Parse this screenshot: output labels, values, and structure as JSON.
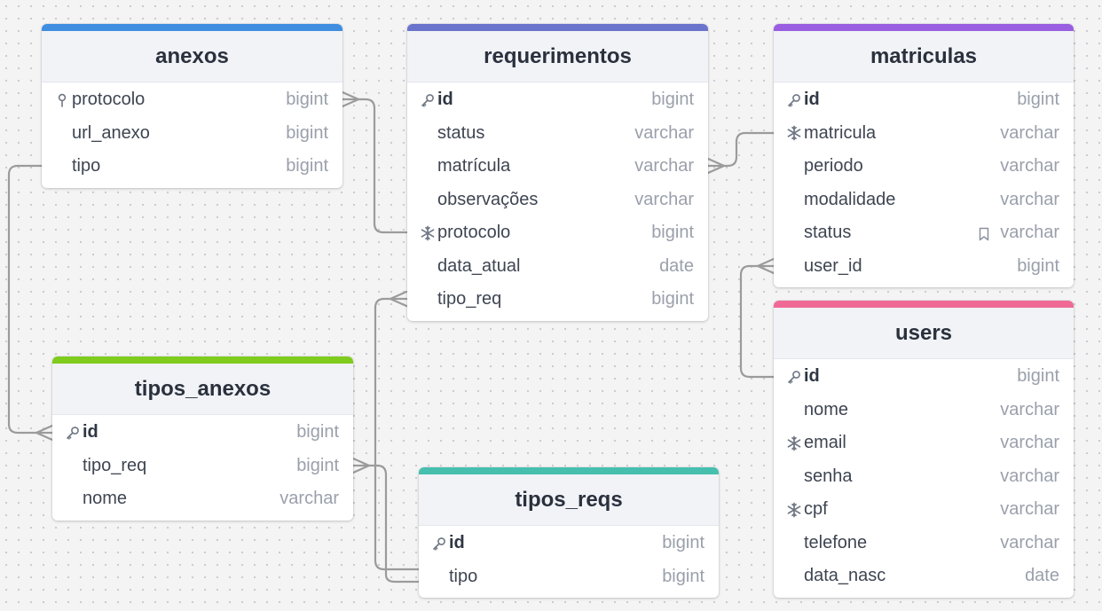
{
  "colors": {
    "anexos": "#3f8ee0",
    "requerimentos": "#6b74cc",
    "matriculas": "#9a5fe0",
    "users": "#f06a96",
    "tipos_anexos": "#7fcb1e",
    "tipos_reqs": "#46bfae",
    "edge": "#9b9b9b"
  },
  "tables": {
    "anexos": {
      "name": "anexos",
      "columns": [
        {
          "name": "protocolo",
          "type": "bigint",
          "icon": "key-outline-icon"
        },
        {
          "name": "url_anexo",
          "type": "bigint",
          "icon": ""
        },
        {
          "name": "tipo",
          "type": "bigint",
          "icon": ""
        }
      ]
    },
    "requerimentos": {
      "name": "requerimentos",
      "columns": [
        {
          "name": "id",
          "type": "bigint",
          "icon": "primary-key-icon"
        },
        {
          "name": "status",
          "type": "varchar",
          "icon": ""
        },
        {
          "name": "matrícula",
          "type": "varchar",
          "icon": ""
        },
        {
          "name": "observações",
          "type": "varchar",
          "icon": ""
        },
        {
          "name": "protocolo",
          "type": "bigint",
          "icon": "unique-snowflake-icon"
        },
        {
          "name": "data_atual",
          "type": "date",
          "icon": ""
        },
        {
          "name": "tipo_req",
          "type": "bigint",
          "icon": ""
        }
      ]
    },
    "matriculas": {
      "name": "matriculas",
      "columns": [
        {
          "name": "id",
          "type": "bigint",
          "icon": "primary-key-icon"
        },
        {
          "name": "matricula",
          "type": "varchar",
          "icon": "unique-snowflake-icon"
        },
        {
          "name": "periodo",
          "type": "varchar",
          "icon": ""
        },
        {
          "name": "modalidade",
          "type": "varchar",
          "icon": ""
        },
        {
          "name": "status",
          "type": "varchar",
          "icon": "",
          "flag": "bookmark-icon"
        },
        {
          "name": "user_id",
          "type": "bigint",
          "icon": ""
        }
      ]
    },
    "users": {
      "name": "users",
      "columns": [
        {
          "name": "id",
          "type": "bigint",
          "icon": "primary-key-icon"
        },
        {
          "name": "nome",
          "type": "varchar",
          "icon": ""
        },
        {
          "name": "email",
          "type": "varchar",
          "icon": "unique-snowflake-icon"
        },
        {
          "name": "senha",
          "type": "varchar",
          "icon": ""
        },
        {
          "name": "cpf",
          "type": "varchar",
          "icon": "unique-snowflake-icon"
        },
        {
          "name": "telefone",
          "type": "varchar",
          "icon": ""
        },
        {
          "name": "data_nasc",
          "type": "date",
          "icon": ""
        }
      ]
    },
    "tipos_anexos": {
      "name": "tipos_anexos",
      "columns": [
        {
          "name": "id",
          "type": "bigint",
          "icon": "primary-key-icon"
        },
        {
          "name": "tipo_req",
          "type": "bigint",
          "icon": ""
        },
        {
          "name": "nome",
          "type": "varchar",
          "icon": ""
        }
      ]
    },
    "tipos_reqs": {
      "name": "tipos_reqs",
      "columns": [
        {
          "name": "id",
          "type": "bigint",
          "icon": "primary-key-icon"
        },
        {
          "name": "tipo",
          "type": "bigint",
          "icon": ""
        }
      ]
    }
  },
  "relations": [
    {
      "from": "anexos.protocolo",
      "to": "requerimentos.protocolo"
    },
    {
      "from": "requerimentos.matrícula",
      "to": "matriculas.matricula"
    },
    {
      "from": "matriculas.user_id",
      "to": "users.id"
    },
    {
      "from": "anexos.tipo",
      "to": "tipos_anexos.id"
    },
    {
      "from": "requerimentos.tipo_req",
      "to": "tipos_reqs.tipo"
    },
    {
      "from": "tipos_anexos.tipo_req",
      "to": "tipos_reqs.tipo"
    }
  ]
}
